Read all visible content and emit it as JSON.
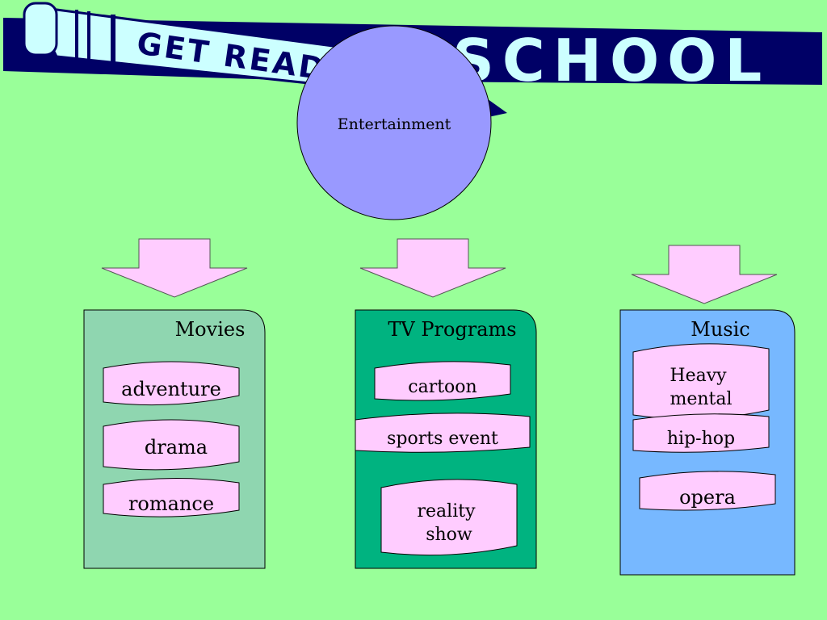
{
  "banner": {
    "text_left": "GET READY F",
    "text_right": "SCHOOL"
  },
  "center": {
    "label": "Entertainment"
  },
  "categories": [
    {
      "title": "Movies",
      "items": [
        "adventure",
        "drama",
        "romance"
      ]
    },
    {
      "title": "TV Programs",
      "items": [
        "cartoon",
        "sports event",
        "reality show"
      ]
    },
    {
      "title": "Music",
      "items": [
        "Heavy mental",
        "hip-hop",
        "opera"
      ]
    }
  ],
  "colors": {
    "background": "#99ff99",
    "banner_navy": "#000066",
    "banner_letters": "#ccffff",
    "circle": "#9999ff",
    "arrow": "#ffccff",
    "movies_panel": "#8fd6b0",
    "tv_panel": "#00b380",
    "music_panel": "#77b8ff",
    "tag": "#ffccff"
  }
}
